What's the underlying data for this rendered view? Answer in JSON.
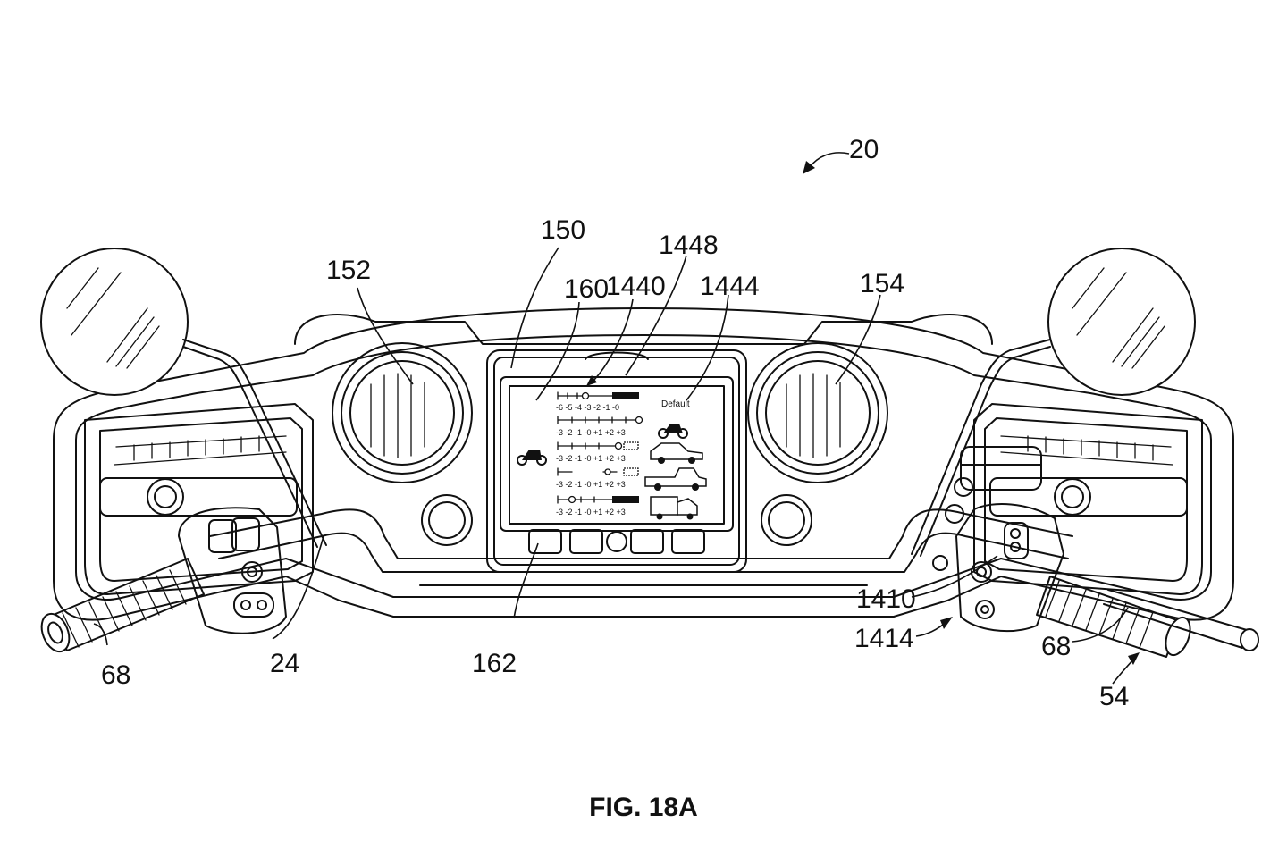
{
  "figure": {
    "caption": "FIG. 18A"
  },
  "reference_numerals": {
    "assembly": "20",
    "center_console": "150",
    "left_gauge": "152",
    "right_gauge": "154",
    "display": "160",
    "display_buttons": "162",
    "scale_pointer": "1440",
    "scale_highlight": "1448",
    "preset_label": "1444",
    "right_switch": "1410",
    "right_switch_housing": "1414",
    "left_grip": "68",
    "right_grip": "68",
    "mirror_stalk": "24",
    "right_lever": "54"
  },
  "screen": {
    "preset_text": "Default",
    "scale_rows": [
      {
        "ticks": "-6 -5 -4 -3 -2 -1 -0",
        "icon": "motorcycle-icon"
      },
      {
        "ticks": "-3 -2 -1 -0 +1 +2 +3",
        "icon": "car-icon"
      },
      {
        "ticks": "-3 -2 -1 -0 +1 +2 +3",
        "icon": "pickup-icon"
      },
      {
        "ticks": "-3 -2 -1 -0 +1 +2 +3",
        "icon": "semi-truck-icon"
      },
      {
        "ticks": "-3 -2 -1 -0 +1 +2 +3",
        "icon": ""
      }
    ],
    "side_icon": "motorcycle-icon"
  }
}
